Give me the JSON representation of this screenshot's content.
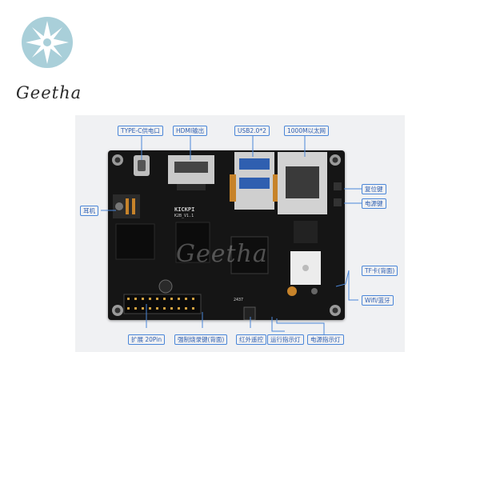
{
  "logo": {
    "brand": "Geetha",
    "icon": "snowflake-compass-logo"
  },
  "watermark": "Geetha",
  "board": {
    "name": "KICKPI",
    "version": "K2B_V1.1",
    "silkscreen_misc": "2437",
    "labels": {
      "type_c": "TYPE-C供电口",
      "hdmi": "HDMI输出",
      "usb": "USB2.0*2",
      "ethernet": "1000M以太网",
      "reset": "复位键",
      "power_key": "电源键",
      "headphone": "耳机",
      "tf_card": "TF卡(背面)",
      "wifi_bt": "Wifi/蓝牙",
      "expansion": "扩展 20Pin",
      "recovery": "强制烧录键(背面)",
      "ir": "红外遥控",
      "run_led": "运行指示灯",
      "power_led": "电源指示灯"
    }
  },
  "colors": {
    "board": "#151515",
    "label_text": "#2f5fb0",
    "label_border": "#4a86d8",
    "figure_bg": "#f0f1f3"
  }
}
